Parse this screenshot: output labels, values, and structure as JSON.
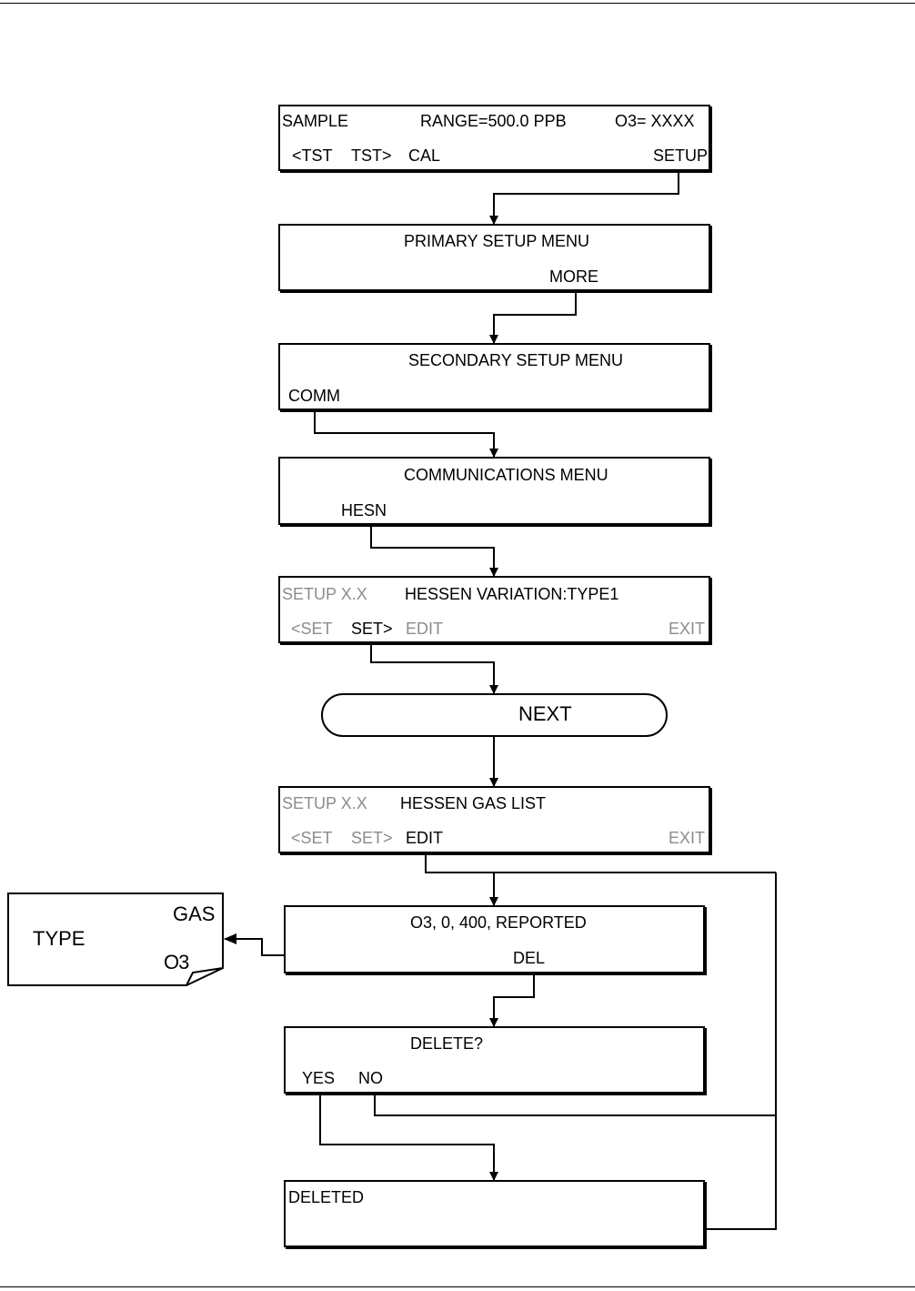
{
  "screen_sample": {
    "mode": "SAMPLE",
    "range": "RANGE=500.0 PPB",
    "reading": "O3= XXXX",
    "btn_tst_prev": "<TST",
    "btn_tst_next": "TST>",
    "btn_cal": "CAL",
    "btn_setup": "SETUP"
  },
  "screen_primary": {
    "title": "PRIMARY SETUP MENU",
    "btn_more": "MORE"
  },
  "screen_secondary": {
    "title": "SECONDARY SETUP MENU",
    "btn_comm": "COMM"
  },
  "screen_comm": {
    "title": "COMMUNICATIONS MENU",
    "btn_hesn": "HESN"
  },
  "screen_variation": {
    "prefix": "SETUP X.X",
    "title": "HESSEN VARIATION:TYPE1",
    "btn_set_prev": "<SET",
    "btn_set_next": "SET>",
    "btn_edit": "EDIT",
    "btn_exit": "EXIT"
  },
  "next_label": "NEXT",
  "screen_gaslist": {
    "prefix": "SETUP X.X",
    "title": "HESSEN GAS LIST",
    "btn_set_prev": "<SET",
    "btn_set_next": "SET>",
    "btn_edit": "EDIT",
    "btn_exit": "EXIT"
  },
  "note_card": {
    "type_label": "TYPE",
    "gas_label": "GAS",
    "gas_value": "O3"
  },
  "screen_entry": {
    "title": "O3, 0, 400, REPORTED",
    "btn_del": "DEL"
  },
  "screen_delete": {
    "title": "DELETE?",
    "btn_yes": "YES",
    "btn_no": "NO"
  },
  "screen_deleted": {
    "title": "DELETED"
  },
  "colors": {
    "line": "#000000",
    "disabled_text": "#8c8c8c"
  }
}
